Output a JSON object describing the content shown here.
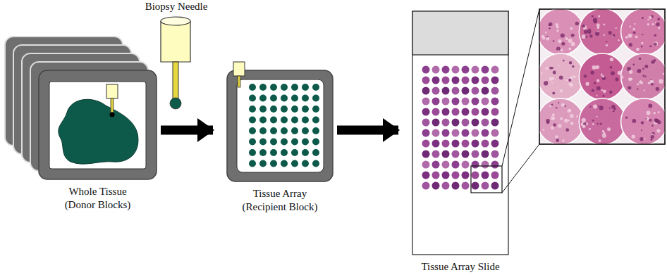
{
  "diagram": {
    "nodes": [
      {
        "text": [
          "Whole Tissue (Donor Blocks)"
        ]
      },
      {
        "text": [
          "Tissue Array (Recipient Block)"
        ]
      },
      {
        "text": [
          "Tissue Array Slide"
        ]
      }
    ],
    "edges": [
      {
        "from": 0,
        "to": 1,
        "arrow": "to"
      },
      {
        "from": 1,
        "to": 2,
        "arrow": "to"
      }
    ],
    "labels": [
      "Biopsy Needle"
    ]
  }
}
